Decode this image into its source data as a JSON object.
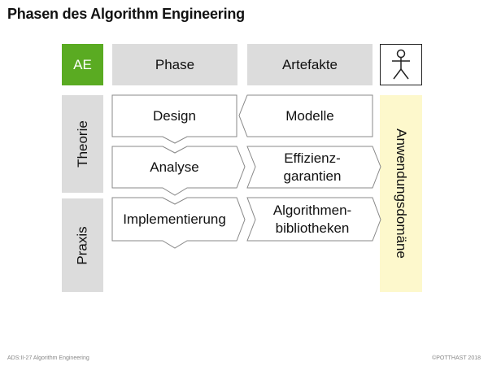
{
  "title": "Phasen des Algorithm Engineering",
  "header": {
    "ae": "AE",
    "phase": "Phase",
    "artefakte": "Artefakte",
    "user_icon": "stick-figure-icon"
  },
  "rows": {
    "theorie": "Theorie",
    "praxis": "Praxis"
  },
  "phases": [
    "Design",
    "Analyse",
    "Implementierung"
  ],
  "artefacts": [
    "Modelle",
    "Effizienz-\ngarantien",
    "Algorithmen-\nbibliotheken"
  ],
  "domain": "Anwendungsdomäne",
  "colors": {
    "ae_green": "#5aab22",
    "header_gray": "#dcdcdc",
    "domain_yellow": "#fdf8cc"
  },
  "footer": {
    "left": "ADS:II-27   Algorithm Engineering",
    "right": "©POTTHAST 2018"
  }
}
